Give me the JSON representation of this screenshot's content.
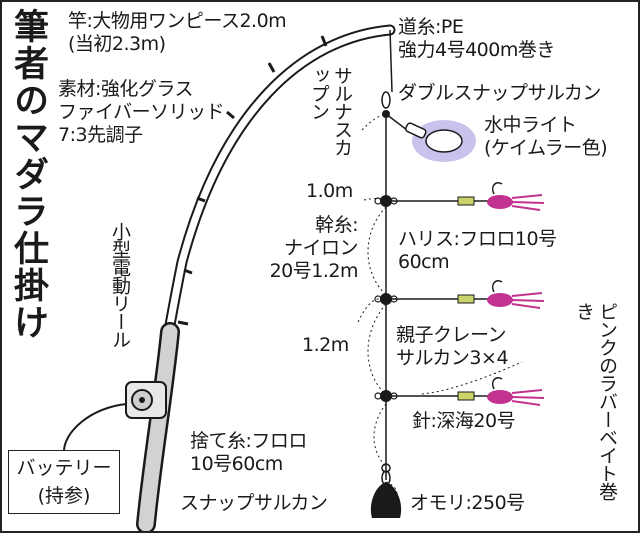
{
  "title": "筆者のマダラ仕掛け",
  "labels": {
    "rod": "竿:大物用ワンピース2.0m\n(当初2.3m)",
    "rod_material": "素材:強化グラス\nファイバーソリッド\n7:3先調子",
    "reel": "小型電動リール",
    "battery": "バッテリー\n(持参)",
    "main_line": "道糸:PE\n強力4号400m巻き",
    "snap_swivel": "サルナスカップン",
    "double_snap": "ダブルスナップサルカン",
    "light": "水中ライト\n(ケイムラー色)",
    "gap1": "1.0m",
    "trunk": "幹糸:\nナイロン\n20号1.2m",
    "harisu": "ハリス:フロロ10号\n60cm",
    "gap2": "1.2m",
    "crane": "親子クレーン\nサルカン3×4",
    "bait": "ピンクのラバーベイト巻き",
    "hook": "針:深海20号",
    "sute": "捨て糸:フロロ\n10号60cm",
    "snap_bottom": "スナップサルカン",
    "sinker": "オモリ:250号"
  },
  "colors": {
    "line": "#1a1a1a",
    "light_glow": "#9f90dc",
    "squid": "#c2338f",
    "swivel": "#c9d36a",
    "grip": "#d2d2d2"
  }
}
